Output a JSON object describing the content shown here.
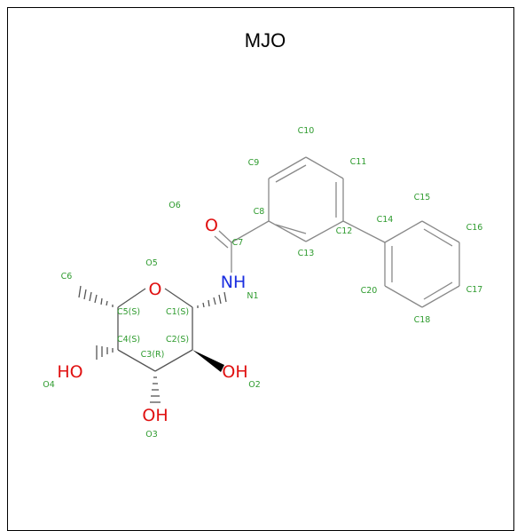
{
  "title": "MJO",
  "colors": {
    "oxygen": "#e01010",
    "nitrogen": "#1a2ee0",
    "atom_name": "#2e9b2e",
    "bond": "#888888"
  },
  "heteroatoms": {
    "o6": "O",
    "o5": "O",
    "nh": "NH",
    "ho4": "HO",
    "oh2": "OH",
    "oh3": "OH"
  },
  "atom_names": {
    "C10": "C10",
    "C9": "C9",
    "C11": "C11",
    "C15": "C15",
    "O6": "O6",
    "C8": "C8",
    "C14": "C14",
    "C16": "C16",
    "C7": "C7",
    "C12": "C12",
    "C13": "C13",
    "O5": "O5",
    "C6": "C6",
    "N1": "N1",
    "C20": "C20",
    "C17": "C17",
    "C5S": "C5(S)",
    "C1S": "C1(S)",
    "C18": "C18",
    "C4S": "C4(S)",
    "C2S": "C2(S)",
    "C3R": "C3(R)",
    "O4": "O4",
    "O2": "O2",
    "O3": "O3"
  }
}
